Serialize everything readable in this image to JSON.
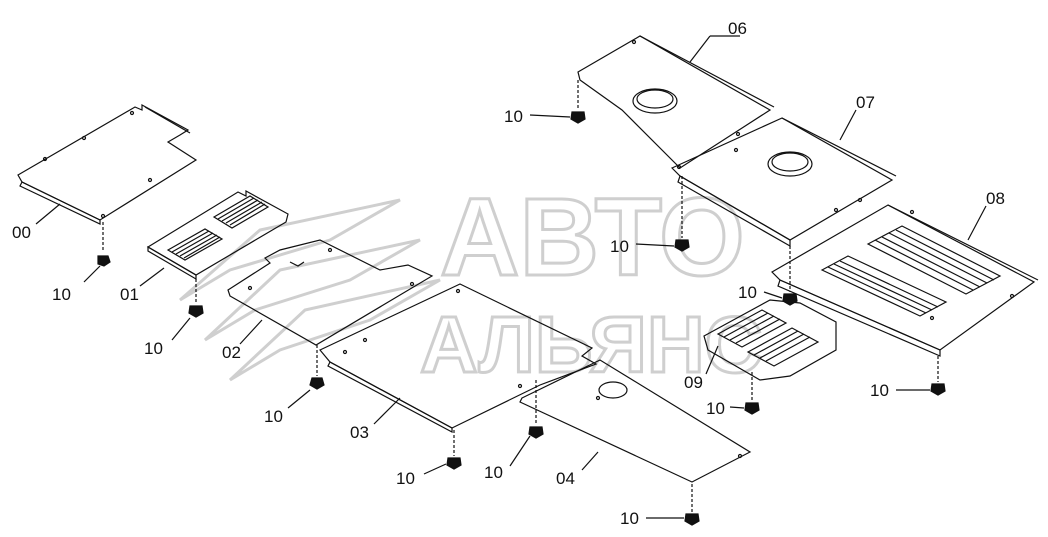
{
  "watermark": {
    "line1": "АВТО",
    "line2": "АЛЬЯНС"
  },
  "callouts": {
    "p00": "00",
    "p01": "01",
    "p02": "02",
    "p03": "03",
    "p04": "04",
    "p06": "06",
    "p07": "07",
    "p08": "08",
    "p09": "09",
    "bolt": "10"
  },
  "colors": {
    "line": "#111111",
    "watermark": "#cfcfcf",
    "background": "#ffffff"
  }
}
